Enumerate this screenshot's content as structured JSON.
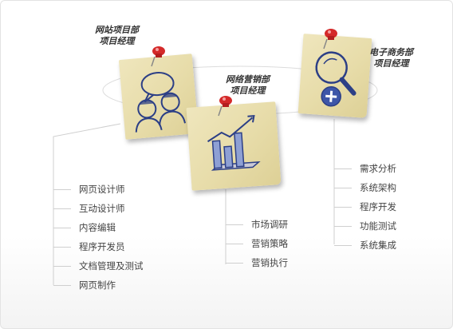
{
  "departments": {
    "web": {
      "title_line1": "网站项目部",
      "title_line2": "项目经理",
      "items": [
        "网页设计师",
        "互动设计师",
        "内容编辑",
        "程序开发员",
        "文档管理及测试",
        "网页制作"
      ]
    },
    "marketing": {
      "title_line1": "网络营销部",
      "title_line2": "项目经理",
      "items": [
        "市场调研",
        "营销策略",
        "营销执行"
      ]
    },
    "ecommerce": {
      "title_line1": "电子商务部",
      "title_line2": "项目经理",
      "items": [
        "需求分析",
        "系统架构",
        "程序开发",
        "功能测试",
        "系统集成"
      ]
    }
  },
  "icons": {
    "web": "chat-people-icon",
    "marketing": "bar-chart-icon",
    "ecommerce": "magnifier-plus-icon",
    "pin": "push-pin-icon"
  },
  "colors": {
    "note": "#e9dfae",
    "pin": "#d42a2a",
    "sketch": "#2c3f86",
    "list_text": "#444444",
    "connector": "#cfcfcf"
  }
}
